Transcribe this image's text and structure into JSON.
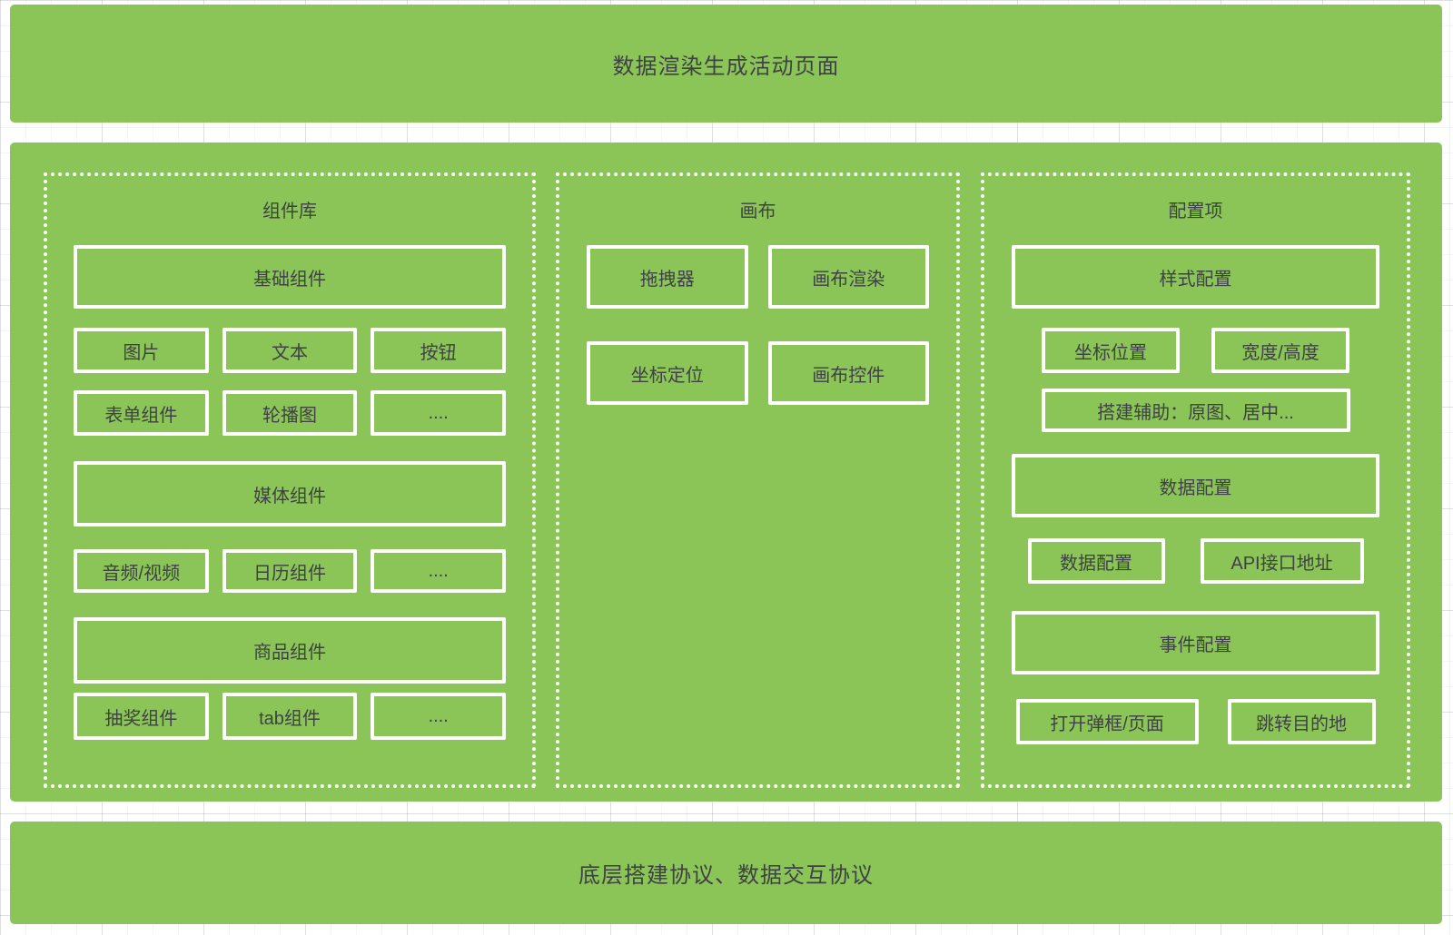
{
  "colors": {
    "block_green": "#8CC557",
    "text": "#3E4145",
    "border": "#FFFFFF",
    "grid_line": "#E8EAEC"
  },
  "top_banner": {
    "label": "数据渲染生成活动页面"
  },
  "bottom_banner": {
    "label": "底层搭建协议、数据交互协议"
  },
  "library": {
    "title": "组件库",
    "base_header": "基础组件",
    "base_row1": [
      "图片",
      "文本",
      "按钮"
    ],
    "base_row2": [
      "表单组件",
      "轮播图",
      "...."
    ],
    "media_header": "媒体组件",
    "media_row": [
      "音频/视频",
      "日历组件",
      "...."
    ],
    "product_header": "商品组件",
    "product_row": [
      "抽奖组件",
      "tab组件",
      "...."
    ]
  },
  "canvas": {
    "title": "画布",
    "row1": [
      "拖拽器",
      "画布渲染"
    ],
    "row2": [
      "坐标定位",
      "画布控件"
    ]
  },
  "config": {
    "title": "配置项",
    "style_header": "样式配置",
    "style_row": [
      "坐标位置",
      "宽度/高度"
    ],
    "style_helper": "搭建辅助：原图、居中...",
    "data_header": "数据配置",
    "data_row": [
      "数据配置",
      "API接口地址"
    ],
    "event_header": "事件配置",
    "event_row": [
      "打开弹框/页面",
      "跳转目的地"
    ]
  }
}
